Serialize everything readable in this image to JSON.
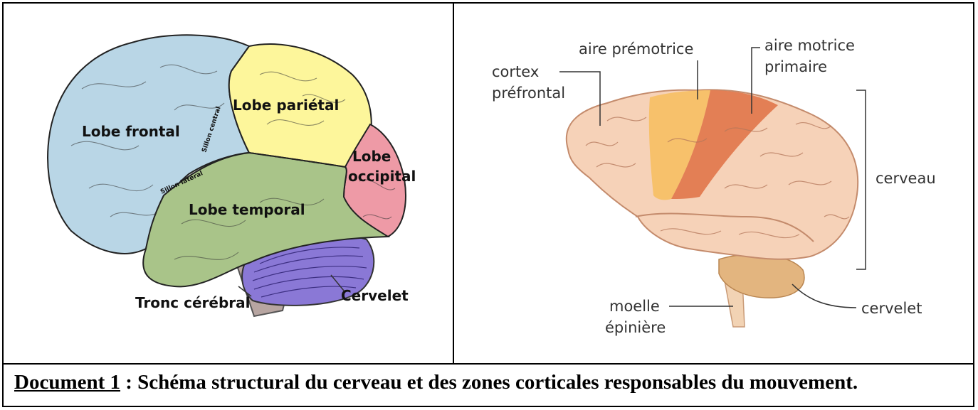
{
  "left_diagram": {
    "labels": {
      "frontal": "Lobe frontal",
      "parietal": "Lobe pariétal",
      "occipital_1": "Lobe",
      "occipital_2": "occipital",
      "temporal": "Lobe temporal",
      "brainstem": "Tronc cérébral",
      "cerebellum": "Cervelet",
      "central_sulcus": "Sillon central",
      "lateral_sulcus": "Sillon latéral"
    },
    "colors": {
      "frontal": "#b9d6e6",
      "parietal": "#fdf69b",
      "occipital": "#ee9aa6",
      "temporal": "#a9c489",
      "cerebellum": "#8a78d6",
      "brainstem": "#b7a5a1"
    }
  },
  "right_diagram": {
    "labels": {
      "premotor": "aire prémotrice",
      "primary_motor_1": "aire motrice",
      "primary_motor_2": "primaire",
      "prefrontal_1": "cortex",
      "prefrontal_2": "préfrontal",
      "brain": "cerveau",
      "spinal_cord_1": "moelle",
      "spinal_cord_2": "épinière",
      "cerebellum": "cervelet"
    },
    "colors": {
      "cortex": "#f6d2b8",
      "premotor": "#f7bf63",
      "primary_motor": "#e27a4f",
      "cerebellum": "#e3b57f",
      "spinal_cord": "#f2d3b4"
    }
  },
  "caption": {
    "document_ref": "Document 1",
    "text": " : Schéma structural du cerveau et des zones corticales responsables du mouvement."
  }
}
